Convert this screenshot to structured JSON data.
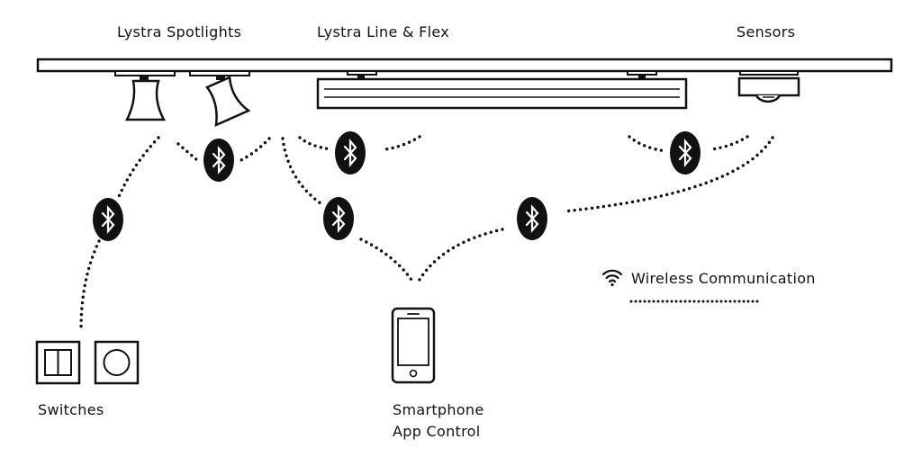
{
  "labels": {
    "spotlights": "Lystra Spotlights",
    "line_flex": "Lystra Line & Flex",
    "sensors": "Sensors",
    "switches": "Switches",
    "smartphone_line1": "Smartphone",
    "smartphone_line2": "App Control"
  },
  "legend": {
    "label": "Wireless Communication",
    "icon": "wifi-icon"
  },
  "icons": {
    "bluetooth": "bluetooth-icon",
    "smartphone": "smartphone-icon",
    "switch": "double-rocker-switch-icon",
    "dimmer": "rotary-dimmer-icon",
    "sensor": "sensor-icon"
  },
  "colors": {
    "ink": "#111111",
    "background": "#ffffff"
  }
}
